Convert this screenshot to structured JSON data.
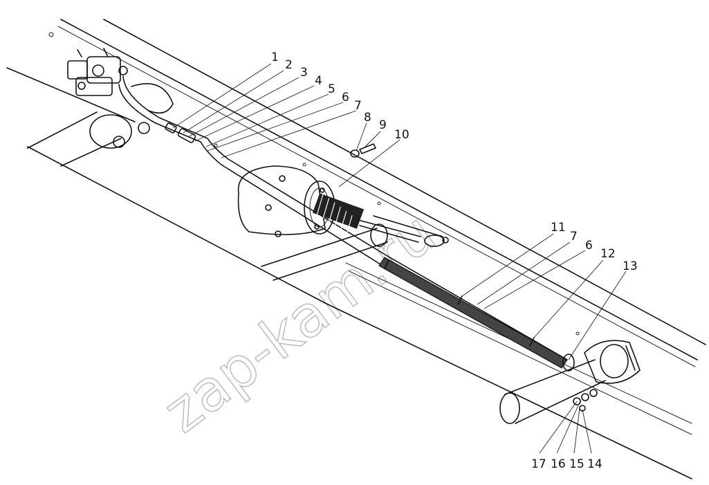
{
  "watermark": "zap-kam.ru",
  "callouts": [
    "1",
    "2",
    "3",
    "4",
    "5",
    "6",
    "7",
    "8",
    "9",
    "10",
    "11",
    "7",
    "6",
    "12",
    "13",
    "17",
    "16",
    "15",
    "14"
  ]
}
